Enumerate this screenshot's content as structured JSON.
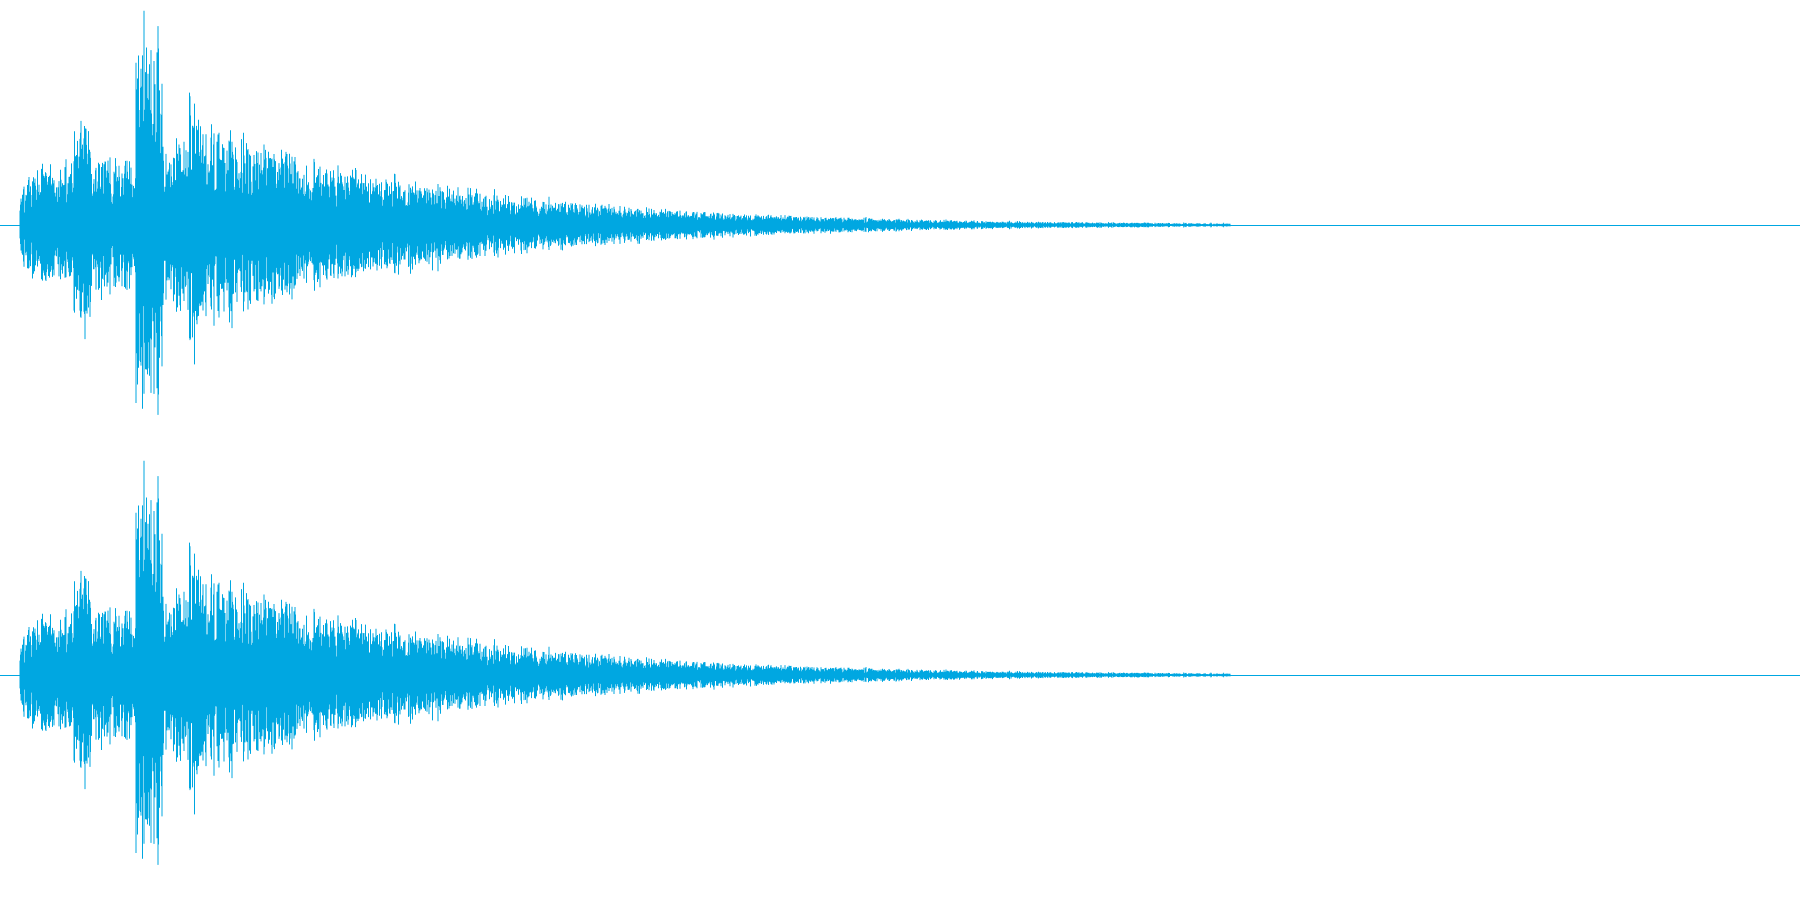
{
  "waveform": {
    "color": "#00a7e1",
    "channels": [
      {
        "id": "left",
        "seed": 7
      },
      {
        "id": "right",
        "seed": 7
      }
    ],
    "envelope": {
      "onset_fraction": 0.012,
      "peak_fraction": 0.07,
      "decay_end_fraction": 0.68,
      "peak_amplitude": 0.98,
      "initial_amplitude": 0.32,
      "secondary_peak_fraction": 0.03,
      "secondary_peak_amplitude": 0.62,
      "tertiary_peak_fraction": 0.095,
      "tertiary_peak_amplitude": 0.75
    }
  }
}
